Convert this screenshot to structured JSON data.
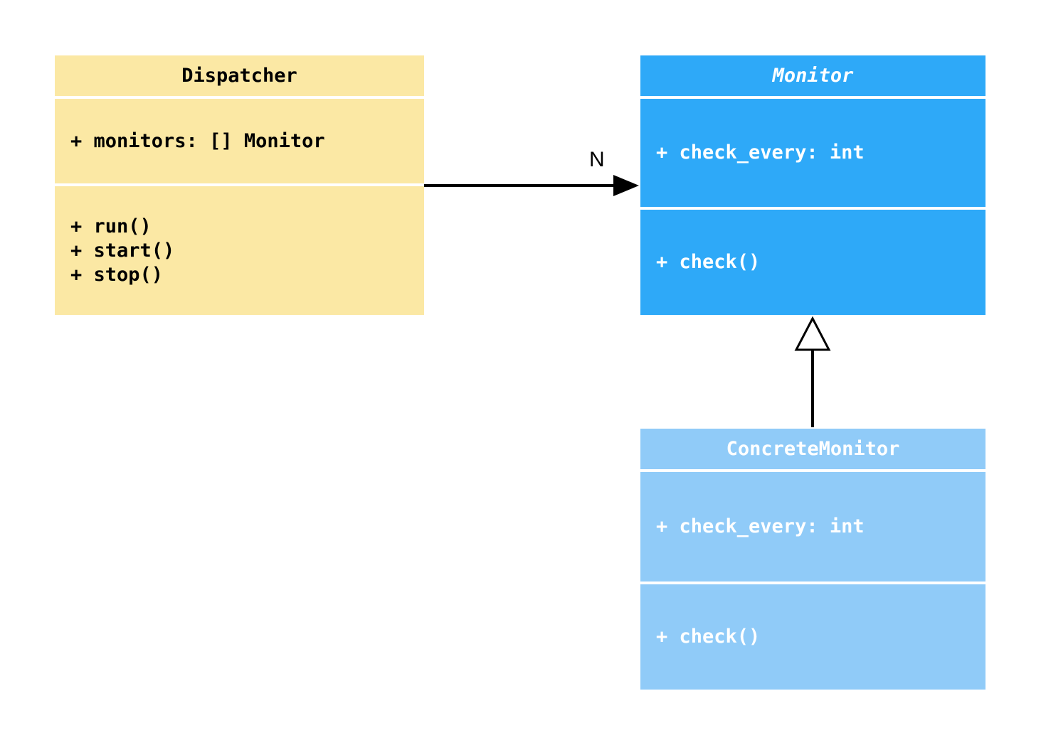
{
  "diagram": {
    "classes": {
      "dispatcher": {
        "name": "Dispatcher",
        "attributes": [
          "+ monitors: [] Monitor"
        ],
        "methods": [
          "+ run()",
          "+ start()",
          "+ stop()"
        ],
        "fill": "#FBE8A4",
        "text_color": "#000000"
      },
      "monitor": {
        "name": "Monitor",
        "abstract": true,
        "attributes": [
          "+ check_every: int"
        ],
        "methods": [
          "+ check()"
        ],
        "fill": "#2EA9F8",
        "text_color": "#FFFFFF"
      },
      "concreteMonitor": {
        "name": "ConcreteMonitor",
        "attributes": [
          "+ check_every: int"
        ],
        "methods": [
          "+ check()"
        ],
        "fill": "#90CBF8",
        "text_color": "#FFFFFF"
      }
    },
    "relations": {
      "association": {
        "type": "association",
        "from": "Dispatcher",
        "to": "Monitor",
        "label": "N"
      },
      "inheritance": {
        "type": "generalization",
        "from": "ConcreteMonitor",
        "to": "Monitor"
      }
    }
  }
}
